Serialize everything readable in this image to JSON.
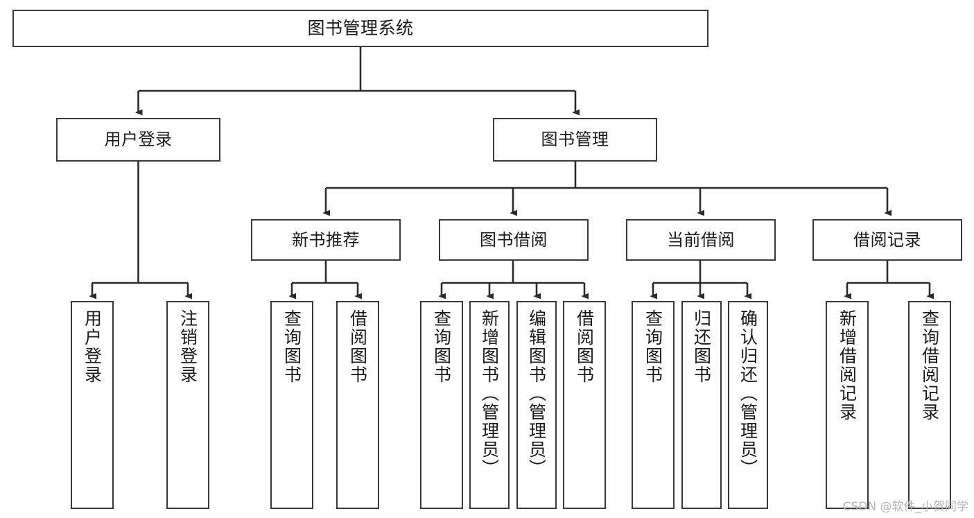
{
  "diagram": {
    "title": "图书管理系统",
    "type": "tree-hierarchy",
    "watermark": "CSDN @软件_小贺同学",
    "colors": {
      "box_border": "#3a3a3a",
      "box_fill": "#ffffff",
      "edge": "#2b2b2b",
      "text": "#1a1a1a",
      "watermark": "#b4b4b4",
      "background": "#ffffff"
    },
    "nodes": {
      "root": {
        "label": "图书管理系统"
      },
      "level2": [
        {
          "label": "用户登录"
        },
        {
          "label": "图书管理"
        }
      ],
      "level3": [
        {
          "label": "新书推荐"
        },
        {
          "label": "图书借阅"
        },
        {
          "label": "当前借阅"
        },
        {
          "label": "借阅记录"
        }
      ],
      "leaves": {
        "user_login": [
          {
            "label": "用户登录"
          },
          {
            "label": "注销登录"
          }
        ],
        "new_book_recommend": [
          {
            "label": "查询图书"
          },
          {
            "label": "借阅图书"
          }
        ],
        "book_borrow": [
          {
            "label": "查询图书"
          },
          {
            "label": "新增图书（管理员）"
          },
          {
            "label": "编辑图书（管理员）"
          },
          {
            "label": "借阅图书"
          }
        ],
        "current_borrow": [
          {
            "label": "查询图书"
          },
          {
            "label": "归还图书"
          },
          {
            "label": "确认归还（管理员）"
          }
        ],
        "borrow_record": [
          {
            "label": "新增借阅记录"
          },
          {
            "label": "查询借阅记录"
          }
        ]
      }
    }
  }
}
